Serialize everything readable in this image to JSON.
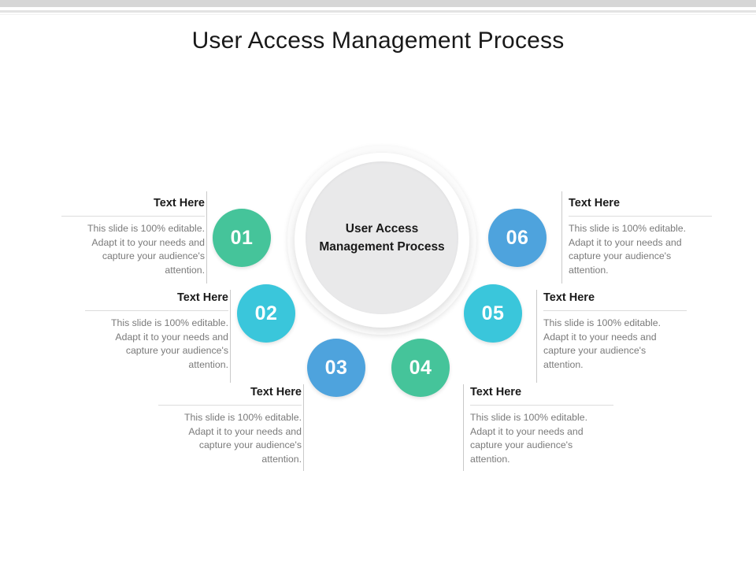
{
  "slide": {
    "title": "User Access Management Process",
    "background_color": "#ffffff",
    "top_band_color": "#d6d6d6"
  },
  "hub": {
    "label": "User Access\nManagement Process",
    "line1": "User Access",
    "line2": "Management Process",
    "fill_color": "#e9e9ea"
  },
  "steps": [
    {
      "number": "01",
      "color": "#45c49a",
      "heading": "Text Here",
      "body": "This slide is 100% editable. Adapt it to your needs and capture your audience's attention.",
      "align": "right"
    },
    {
      "number": "02",
      "color": "#3ac6db",
      "heading": "Text Here",
      "body": "This slide is 100% editable. Adapt it to your needs and capture your audience's attention.",
      "align": "right"
    },
    {
      "number": "03",
      "color": "#4ea3dd",
      "heading": "Text Here",
      "body": "This slide is 100% editable. Adapt it to your needs and capture your audience's attention.",
      "align": "right"
    },
    {
      "number": "04",
      "color": "#45c49a",
      "heading": "Text Here",
      "body": "This slide is 100% editable. Adapt it to your needs and capture your audience's attention.",
      "align": "left"
    },
    {
      "number": "05",
      "color": "#3ac6db",
      "heading": "Text Here",
      "body": "This slide is 100% editable. Adapt it to your needs and capture your audience's attention.",
      "align": "left"
    },
    {
      "number": "06",
      "color": "#4ea3dd",
      "heading": "Text Here",
      "body": "This slide is 100% editable. Adapt it to your needs and capture your audience's attention.",
      "align": "left"
    }
  ]
}
